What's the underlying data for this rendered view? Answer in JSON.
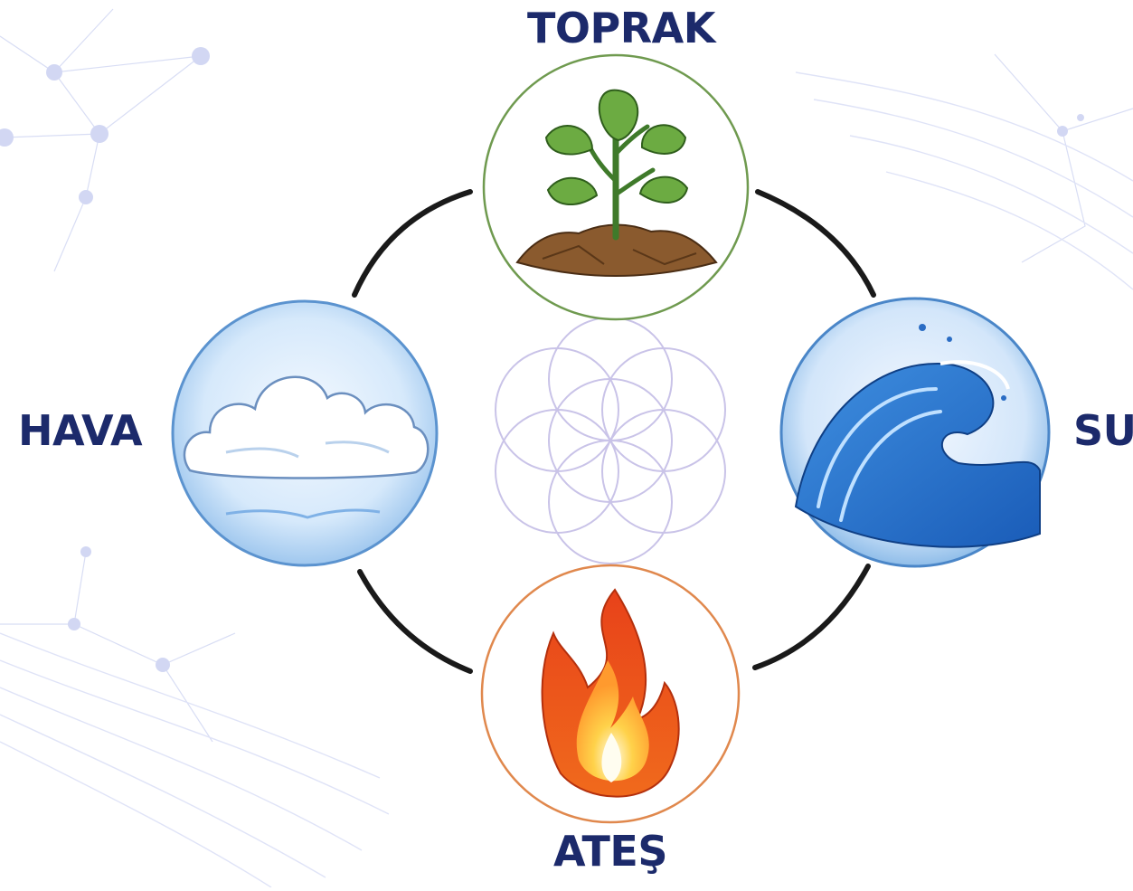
{
  "diagram": {
    "elements": {
      "earth": {
        "label": "TOPRAK",
        "icon": "sprout-in-soil-icon",
        "ring_color": "#6f9a4f"
      },
      "air": {
        "label": "HAVA",
        "icon": "cloud-icon",
        "ring_color": "#5b93cf"
      },
      "water": {
        "label": "SU",
        "icon": "wave-icon",
        "ring_color": "#4a86c8"
      },
      "fire": {
        "label": "ATEŞ",
        "icon": "flame-icon",
        "ring_color": "#e0884d"
      }
    },
    "center_symbol": "flower-of-life-icon",
    "label_color": "#1c2a6b",
    "connector_color": "#1a1a1a",
    "background_ornament": "network-and-wave-lines"
  }
}
